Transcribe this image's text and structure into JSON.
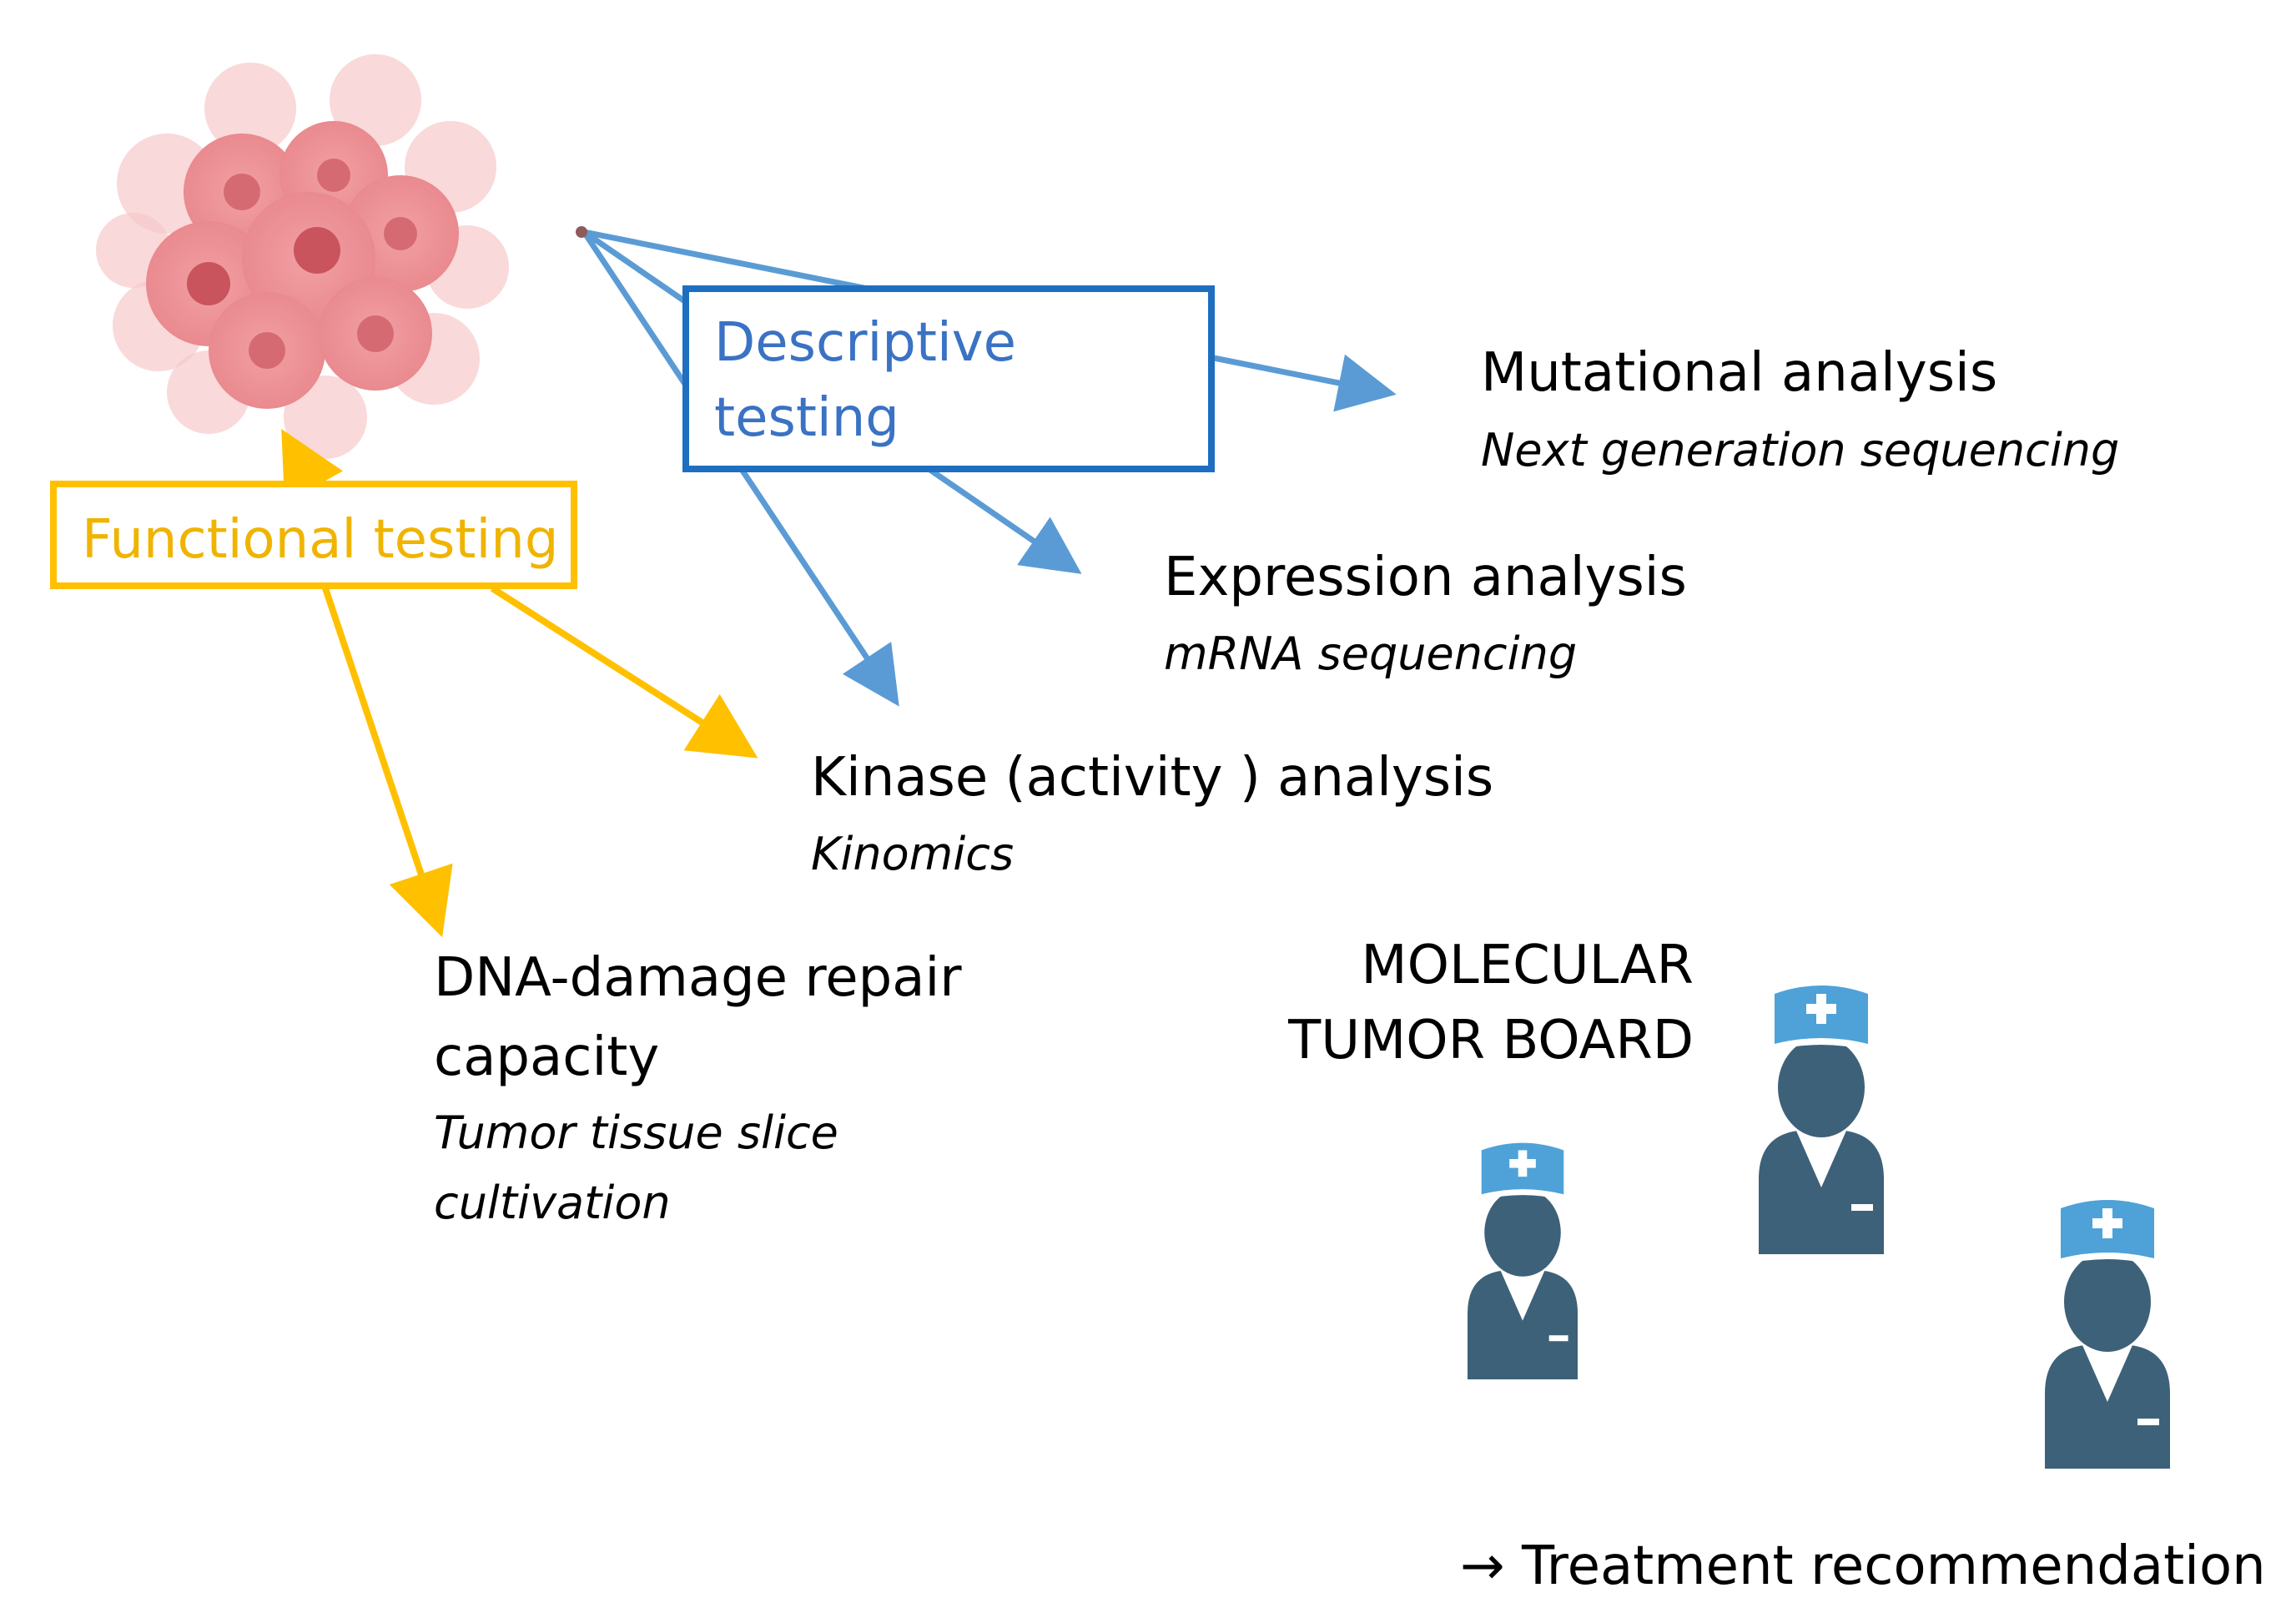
{
  "colors": {
    "descriptive": "#5b9bd5",
    "descriptive_border": "#1f6fc0",
    "functional": "#ffc000",
    "doctor": "#3d6178",
    "cap": "#4ea2d8",
    "tumor": "#e98a8f"
  },
  "descriptive": {
    "line1": "Descriptive",
    "line2": "testing"
  },
  "functional": {
    "label": "Functional testing"
  },
  "analyses": {
    "mutational": {
      "title": "Mutational analysis",
      "method": "Next generation sequencing"
    },
    "expression": {
      "title": "Expression analysis",
      "method": "mRNA sequencing"
    },
    "kinase": {
      "title": "Kinase (activity ) analysis",
      "method": "Kinomics"
    },
    "dna": {
      "title1": "DNA-damage repair",
      "title2": "capacity",
      "method1": "Tumor tissue slice",
      "method2": "cultivation"
    }
  },
  "board": {
    "line1": "MOLECULAR",
    "line2": "TUMOR BOARD"
  },
  "recommendation": {
    "arrow": "→",
    "text": "Treatment recommendation"
  },
  "icons": [
    "tumor-cells-icon",
    "doctor-icon"
  ]
}
